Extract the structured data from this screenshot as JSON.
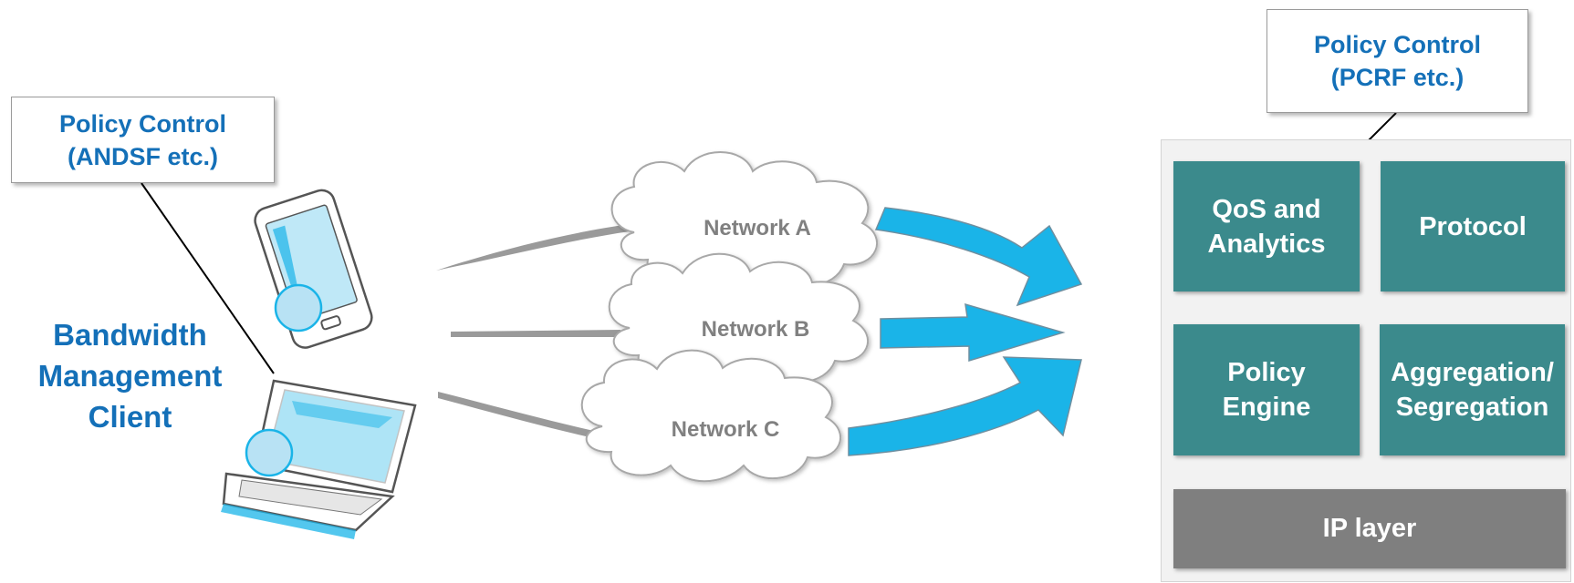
{
  "client_side": {
    "policy_box": {
      "line1": "Policy Control",
      "line2": "(ANDSF etc.)"
    },
    "label": {
      "line1": "Bandwidth",
      "line2": "Management",
      "line3": "Client"
    }
  },
  "networks": [
    {
      "name": "Network A"
    },
    {
      "name": "Network B"
    },
    {
      "name": "Network C"
    }
  ],
  "server_side": {
    "policy_box": {
      "line1": "Policy Control",
      "line2": "(PCRF etc.)"
    },
    "tiles": [
      {
        "line1": "QoS and",
        "line2": "Analytics"
      },
      {
        "line1": "Protocol",
        "line2": ""
      },
      {
        "line1": "Policy",
        "line2": "Engine"
      },
      {
        "line1": "Aggregation/",
        "line2": "Segregation"
      }
    ],
    "ip_layer": "IP layer"
  },
  "colors": {
    "accent_blue": "#1470b8",
    "arrow_cyan": "#1ab4e8",
    "tile_teal": "#3b8a8c",
    "ip_gray": "#7f7f7f",
    "cloud_text": "#808080"
  }
}
